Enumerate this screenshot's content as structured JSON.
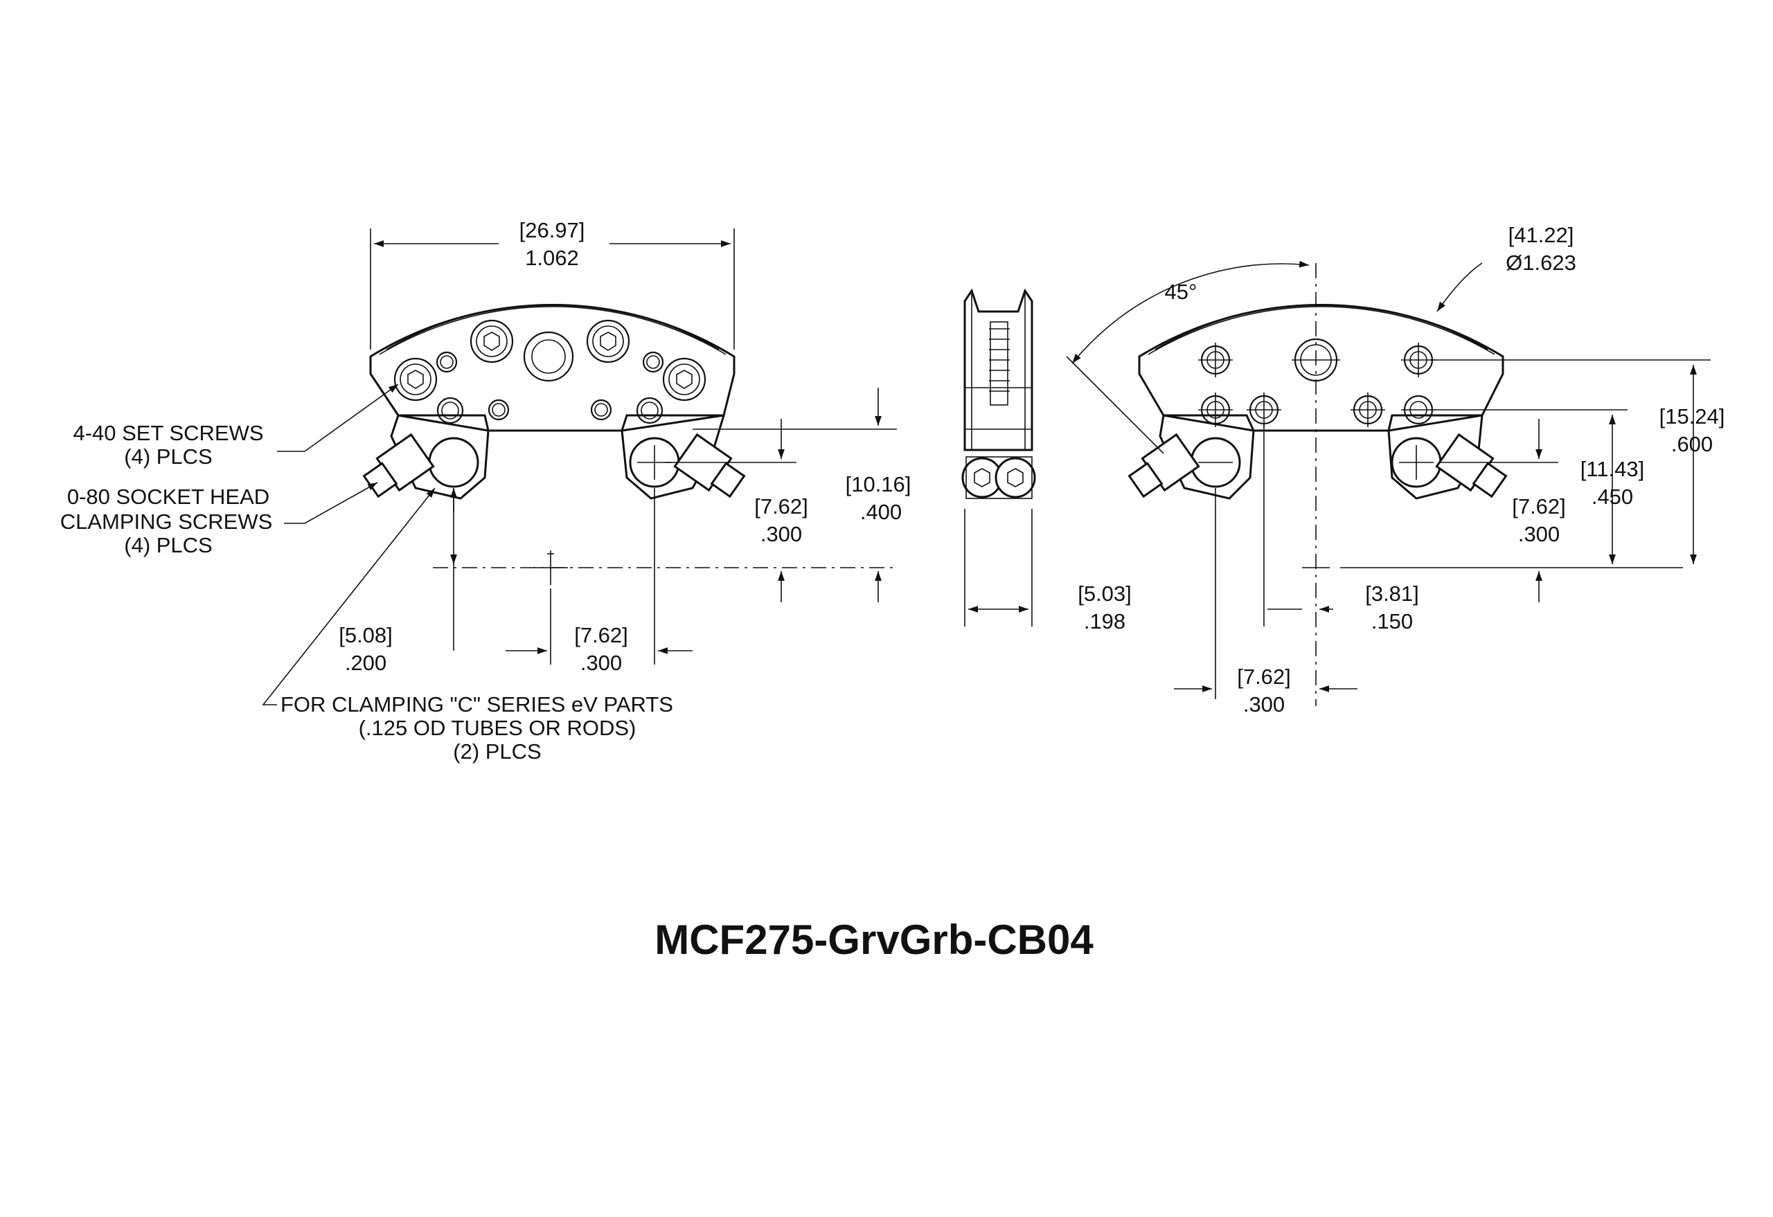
{
  "title": "MCF275-GrvGrb-CB04",
  "notes": {
    "set_screws": [
      "4-40 SET SCREWS",
      "(4) PLCS"
    ],
    "clamping_screws": [
      "0-80 SOCKET HEAD",
      "CLAMPING SCREWS",
      "(4) PLCS"
    ],
    "clamping_parts": [
      "FOR CLAMPING \"C\" SERIES eV PARTS",
      "(.125 OD TUBES OR RODS)",
      "(2) PLCS"
    ]
  },
  "dimensions": {
    "left_width": {
      "metric": "[26.97]",
      "inch": "1.062"
    },
    "left_offset_200": {
      "metric": "[5.08]",
      "inch": ".200"
    },
    "left_spacing_300": {
      "metric": "[7.62]",
      "inch": ".300"
    },
    "left_height_300": {
      "metric": "[7.62]",
      "inch": ".300"
    },
    "left_height_400": {
      "metric": "[10.16]",
      "inch": ".400"
    },
    "side_thickness": {
      "metric": "[5.03]",
      "inch": ".198"
    },
    "right_diameter": {
      "metric": "[41.22]",
      "inch": "Ø1.623"
    },
    "right_angle": "45°",
    "right_height_600": {
      "metric": "[15.24]",
      "inch": ".600"
    },
    "right_height_450": {
      "metric": "[11.43]",
      "inch": ".450"
    },
    "right_height_300": {
      "metric": "[7.62]",
      "inch": ".300"
    },
    "right_offset_150": {
      "metric": "[3.81]",
      "inch": ".150"
    },
    "right_spacing_300": {
      "metric": "[7.62]",
      "inch": ".300"
    }
  }
}
